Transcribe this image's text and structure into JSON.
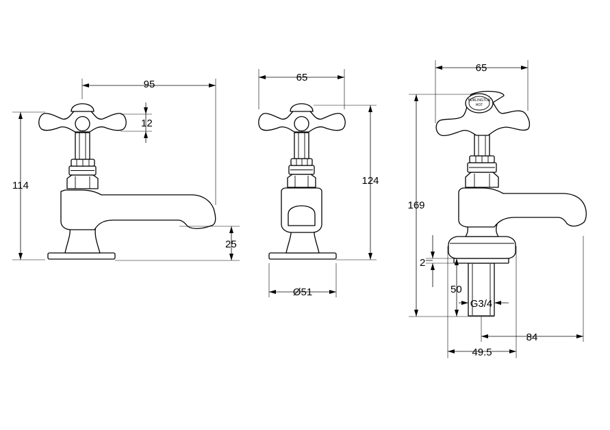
{
  "dimensions": {
    "side_width": "95",
    "side_height": "114",
    "handle_thickness": "12",
    "base_height": "25",
    "front_width": "65",
    "front_height": "124",
    "base_diameter": "Ø51",
    "sect_width": "65",
    "sect_height": "169",
    "washer": "2",
    "tail_length": "50",
    "thread": "G3/4",
    "reach": "84",
    "flange_diameter": "49.5"
  },
  "badge": {
    "maker": "BURLINGTON",
    "text": "HOT"
  }
}
